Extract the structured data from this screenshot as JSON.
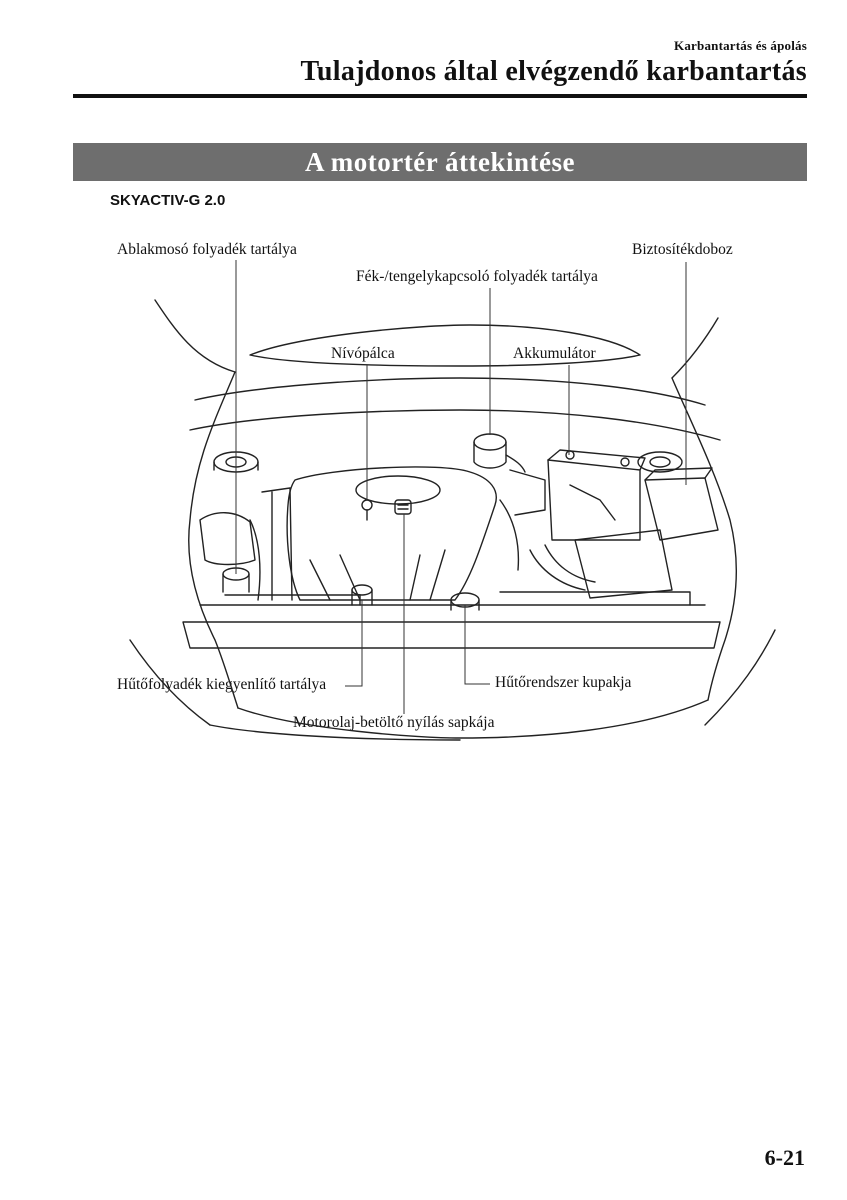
{
  "header": {
    "section": "Karbantartás és ápolás",
    "chapter": "Tulajdonos által elvégzendő karbantartás"
  },
  "title_bar": "A motortér áttekintése",
  "variant": "SKYACTIV-G 2.0",
  "callouts": {
    "washer": "Ablakmosó folyadék tartálya",
    "brake": "Fék-/tengelykapcsoló folyadék tartálya",
    "fuse": "Biztosítékdoboz",
    "dipstick": "Nívópálca",
    "battery": "Akkumulátor",
    "coolant_tank": "Hűtőfolyadék kiegyenlítő tartálya",
    "radiator_cap": "Hűtőrendszer kupakja",
    "oil_cap": "Motorolaj-betöltő nyílás sapkája"
  },
  "page_number": "6-21"
}
